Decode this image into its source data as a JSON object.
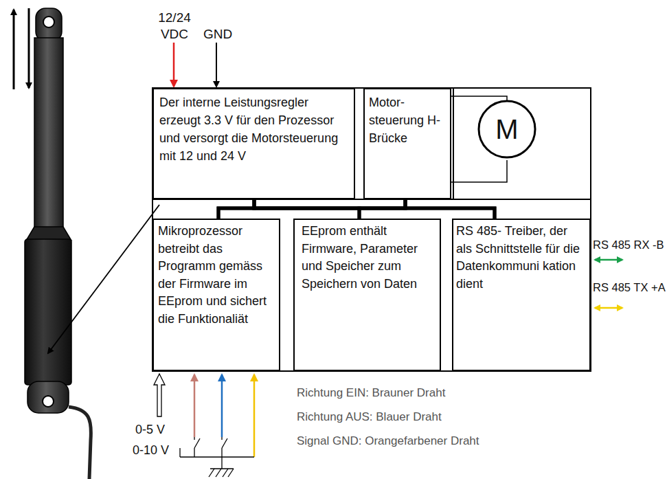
{
  "diagram": {
    "nodes": [
      {
        "text": [
          "Der interne Leistungsregler erzeugt 3.3 V für den Prozessor und versorgt die Motorsteuerung mit 12 und 24 V"
        ]
      },
      {
        "text": [
          "Motor- steuerung H-Brücke"
        ]
      },
      {
        "text": [
          "M"
        ]
      },
      {
        "text": [
          "Mikroprozessor betreibt das Programm gemäss der Firmware im EEprom und sichert die Funktionaliät"
        ]
      },
      {
        "text": [
          "EEprom enthält Firmware, Parameter und Speicher zum Speichern von Daten"
        ]
      },
      {
        "text": [
          "RS 485- Treiber, der als Schnittstelle für die Datenkommuni kation dient"
        ]
      }
    ],
    "edges": [
      {
        "from": 0,
        "to": 3,
        "arrow": "none"
      },
      {
        "from": 0,
        "to": 4,
        "arrow": "none"
      },
      {
        "from": 0,
        "to": 5,
        "arrow": "none"
      },
      {
        "from": 1,
        "to": 3,
        "arrow": "none"
      },
      {
        "from": 1,
        "to": 4,
        "arrow": "none"
      },
      {
        "from": 1,
        "to": 5,
        "arrow": "none"
      },
      {
        "from": 1,
        "to": 2,
        "arrow": "none"
      }
    ],
    "labels": [
      "12/24 VDC",
      "GND",
      "RS 485 RX -B",
      "RS 485 TX +A",
      "0-5 V",
      "0-10 V",
      "Richtung EIN: Brauner Draht",
      "Richtung AUS: Blauer Draht",
      "Signal GND: Orangefarbener Draht"
    ]
  }
}
